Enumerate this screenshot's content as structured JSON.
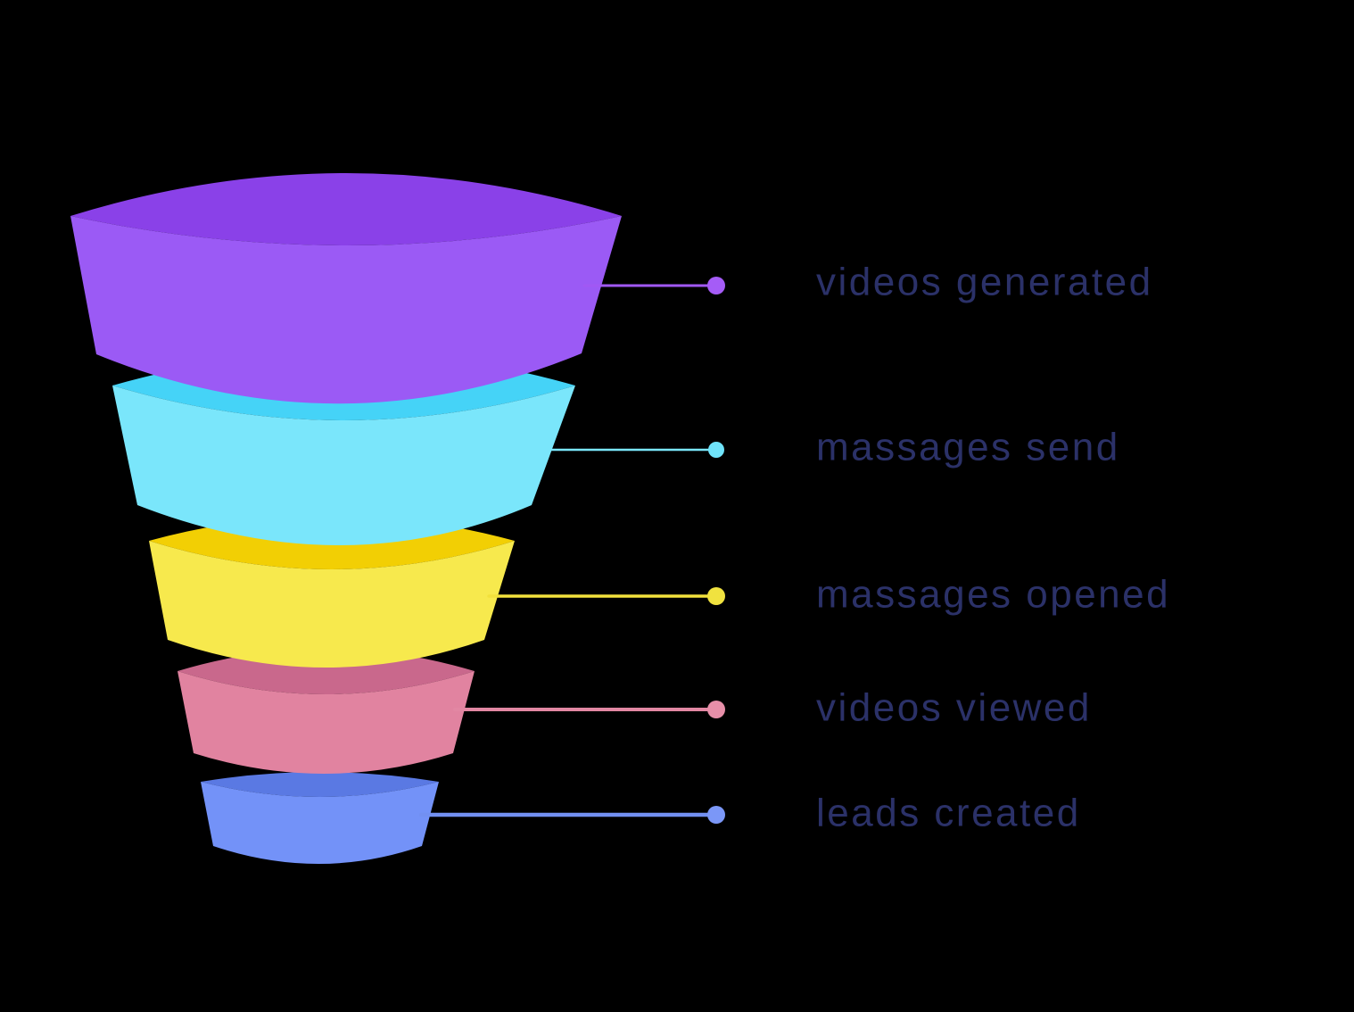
{
  "background_color": "#000000",
  "text_color": "#2b3168",
  "funnel": {
    "type": "funnel",
    "stage_count": 5,
    "segments": [
      {
        "id": "videos-generated",
        "label": "videos generated",
        "top_color": "#8a41e8",
        "face_color": "#9b5af5",
        "line_color": "#a158f4",
        "dot_color": "#a55cf7"
      },
      {
        "id": "massages-send",
        "label": "massages send",
        "top_color": "#45d3f7",
        "face_color": "#7ae6fb",
        "line_color": "#7ae6fb",
        "dot_color": "#6fe3fa"
      },
      {
        "id": "massages-opened",
        "label": "massages opened",
        "top_color": "#f2cf04",
        "face_color": "#f7e94d",
        "line_color": "#f2e13c",
        "dot_color": "#f0e23f"
      },
      {
        "id": "videos-viewed",
        "label": "videos viewed",
        "top_color": "#c9688c",
        "face_color": "#e183a0",
        "line_color": "#e287a3",
        "dot_color": "#e78fa9"
      },
      {
        "id": "leads-created",
        "label": "leads created",
        "top_color": "#5a79e3",
        "face_color": "#7392f8",
        "line_color": "#7290f2",
        "dot_color": "#7b97f7"
      }
    ]
  }
}
